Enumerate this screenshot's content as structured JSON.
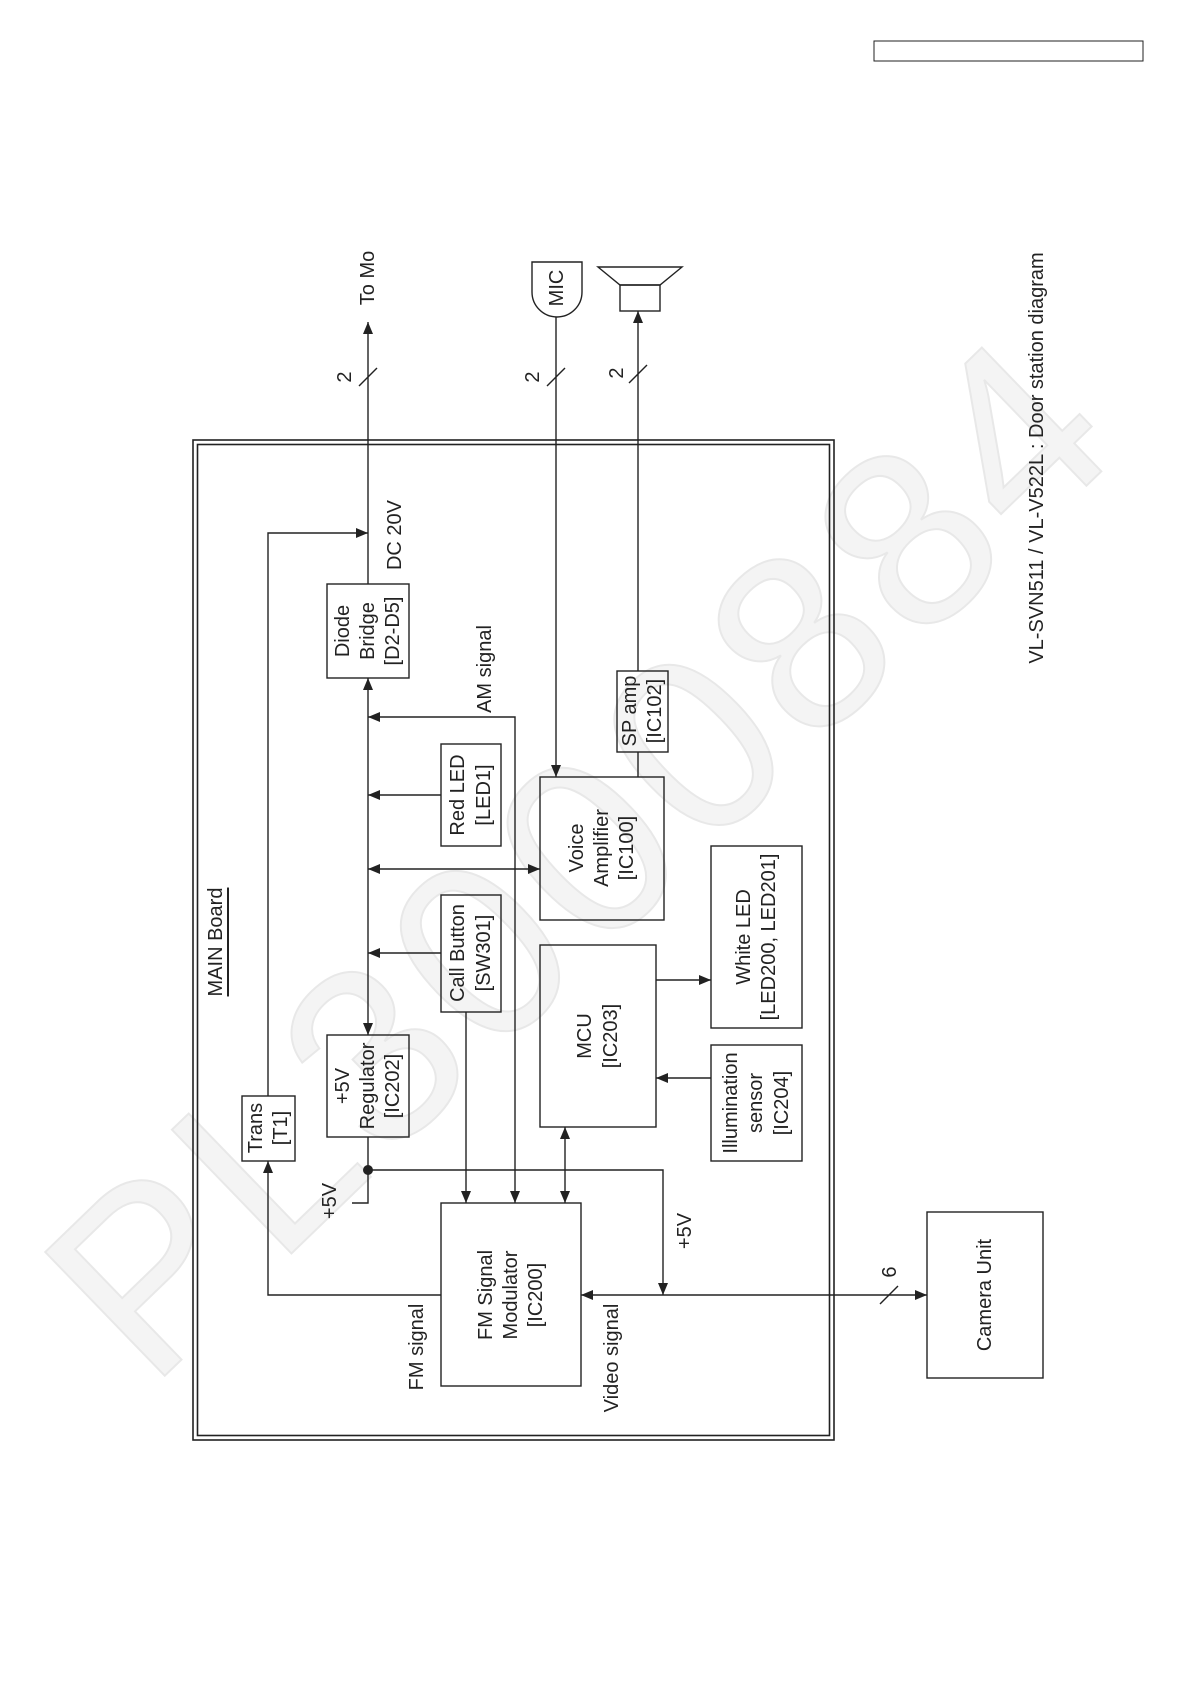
{
  "diagram": {
    "title": "VL-SVN511 / VL-V522L : Door station diagram",
    "board_label": "MAIN Board",
    "blocks": {
      "diode_bridge": [
        "Diode",
        "Bridge",
        "[D2-D5]"
      ],
      "trans": [
        "Trans",
        "[T1]"
      ],
      "regulator": [
        "+5V",
        "Regulator",
        "[IC202]"
      ],
      "red_led": [
        "Red LED",
        "[LED1]"
      ],
      "call_button": [
        "Call Button",
        "[SW301]"
      ],
      "voice_amplifier": [
        "Voice",
        "Amplifier",
        "[IC100]"
      ],
      "sp_amp": [
        "SP amp",
        "[IC102]"
      ],
      "mcu": [
        "MCU",
        "[IC203]"
      ],
      "white_led": [
        "White LED",
        "[LED200, LED201]"
      ],
      "illumination_sensor": [
        "Illumination",
        "sensor",
        "[IC204]"
      ],
      "fm_modulator": [
        "FM Signal",
        "Modulator",
        "[IC200]"
      ],
      "camera_unit": [
        "Camera Unit"
      ],
      "mic": [
        "MIC"
      ]
    },
    "signals": {
      "to_monitor": "To Mo",
      "dc_20v": "DC 20V",
      "am_signal": "AM signal",
      "fm_signal": "FM signal",
      "video_signal": "Video signal",
      "plus5v_left": "+5V",
      "plus5v_right": "+5V"
    },
    "wire_counts": {
      "monitor": "2",
      "mic": "2",
      "speaker": "2",
      "camera": "6"
    },
    "icons": {
      "mic": "microphone-icon",
      "speaker": "speaker-icon"
    }
  },
  "watermark": "PL3000884",
  "colors": {
    "ink": "#222222"
  }
}
